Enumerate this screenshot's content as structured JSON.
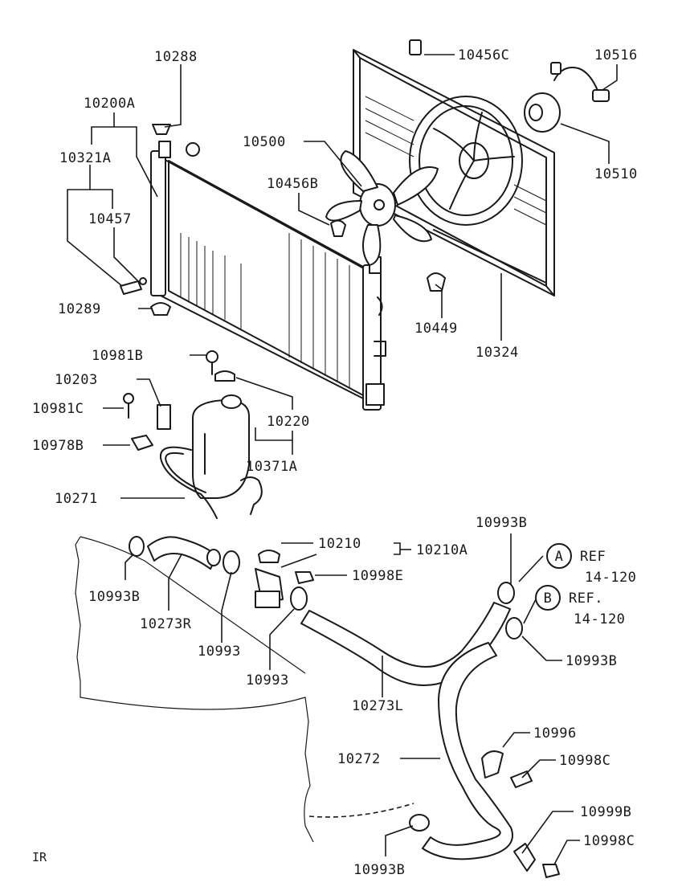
{
  "diagram": {
    "callouts": [
      {
        "id": "c1",
        "label": "10288"
      },
      {
        "id": "c2",
        "label": "10200A"
      },
      {
        "id": "c3",
        "label": "10321A"
      },
      {
        "id": "c4",
        "label": "10457"
      },
      {
        "id": "c5",
        "label": "10289"
      },
      {
        "id": "c6",
        "label": "10500"
      },
      {
        "id": "c7",
        "label": "10456B"
      },
      {
        "id": "c8",
        "label": "10456C"
      },
      {
        "id": "c9",
        "label": "10516"
      },
      {
        "id": "c10",
        "label": "10510"
      },
      {
        "id": "c11",
        "label": "10449"
      },
      {
        "id": "c12",
        "label": "10324"
      },
      {
        "id": "c13",
        "label": "10981B"
      },
      {
        "id": "c14",
        "label": "10203"
      },
      {
        "id": "c15",
        "label": "10981C"
      },
      {
        "id": "c16",
        "label": "10978B"
      },
      {
        "id": "c17",
        "label": "10220"
      },
      {
        "id": "c18",
        "label": "10371A"
      },
      {
        "id": "c19",
        "label": "10271"
      },
      {
        "id": "c20",
        "label": "10993B"
      },
      {
        "id": "c21",
        "label": "10273R"
      },
      {
        "id": "c22",
        "label": "10993"
      },
      {
        "id": "c23",
        "label": "10993"
      },
      {
        "id": "c24",
        "label": "10210"
      },
      {
        "id": "c25",
        "label": "10210A"
      },
      {
        "id": "c26",
        "label": "10998E"
      },
      {
        "id": "c27",
        "label": "10993B"
      },
      {
        "id": "c28",
        "label": "10993B"
      },
      {
        "id": "c29",
        "label": "10273L"
      },
      {
        "id": "c30",
        "label": "10272"
      },
      {
        "id": "c31",
        "label": "10996"
      },
      {
        "id": "c32",
        "label": "10998C"
      },
      {
        "id": "c33",
        "label": "10999B"
      },
      {
        "id": "c34",
        "label": "10998C"
      },
      {
        "id": "c35",
        "label": "10993B"
      }
    ],
    "references": [
      {
        "id": "refA",
        "letter": "A",
        "text": "REF",
        "page": "14-120"
      },
      {
        "id": "refB",
        "letter": "B",
        "text": "REF.",
        "page": "14-120"
      }
    ],
    "corner_mark": "IR"
  }
}
